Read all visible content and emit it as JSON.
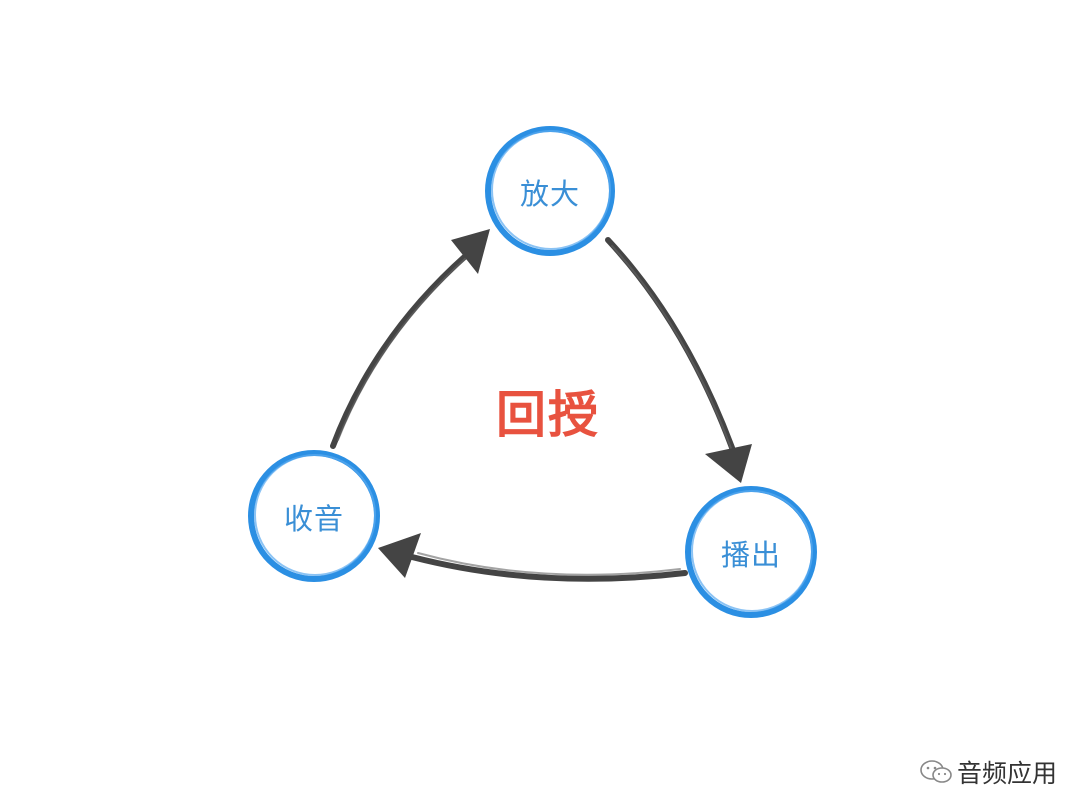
{
  "diagram": {
    "center_label": "回授",
    "nodes": [
      {
        "id": "amplify",
        "label": "放大"
      },
      {
        "id": "playback",
        "label": "播出"
      },
      {
        "id": "pickup",
        "label": "收音"
      }
    ],
    "edges": [
      {
        "from": "amplify",
        "to": "playback"
      },
      {
        "from": "playback",
        "to": "pickup"
      },
      {
        "from": "pickup",
        "to": "amplify"
      }
    ],
    "colors": {
      "node_ring": "#2b8fe3",
      "node_text": "#3a8fd6",
      "arrow": "#444444",
      "center_text": "#e8523f"
    }
  },
  "watermark": {
    "icon": "wechat-icon",
    "text": "音频应用"
  }
}
